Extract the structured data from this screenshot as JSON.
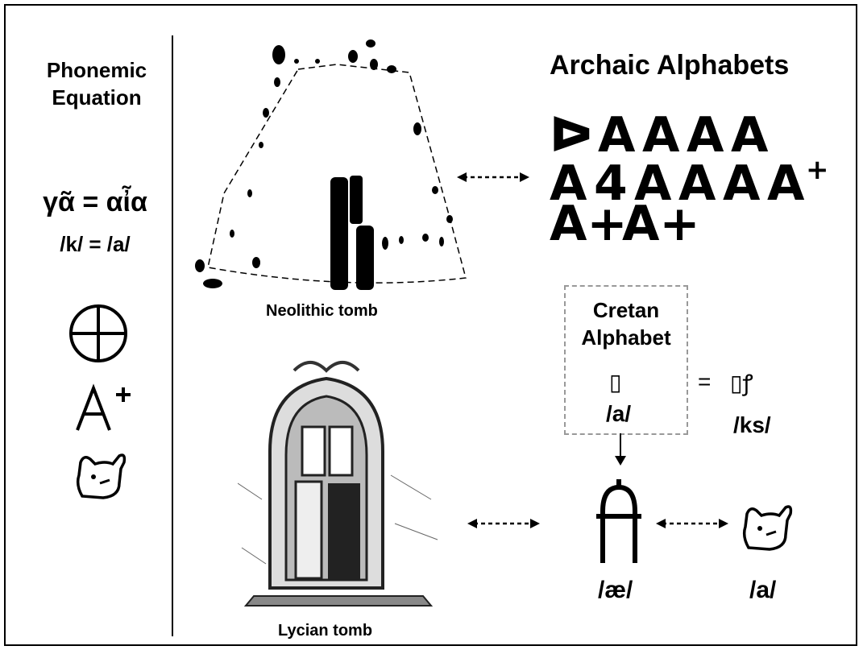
{
  "left_panel": {
    "title_line1": "Phonemic",
    "title_line2": "Equation",
    "equation_greek": "γᾶ = αἶα",
    "equation_phonemic": "/k/ = /a/",
    "symbols": [
      "wheel-cross-icon",
      "a-plus-icon",
      "bull-head-icon"
    ]
  },
  "archaic": {
    "title": "Archaic Alphabets",
    "glyph_rows": [
      [
        "ᐅ",
        "A",
        "A",
        "A",
        "A"
      ],
      [
        "A",
        "4",
        "A",
        "A",
        "A",
        "A",
        "+"
      ],
      [
        "A+",
        "A+"
      ]
    ]
  },
  "neolithic": {
    "caption": "Neolithic tomb"
  },
  "lycian": {
    "caption": "Lycian tomb"
  },
  "cretan": {
    "title_line1": "Cretan",
    "title_line2": "Alphabet",
    "sign_a": "▯",
    "sign_a_sound": "/a/",
    "equals": "=",
    "sign_ks": "▯ꝭ",
    "sign_ks_sound": "/ks/"
  },
  "bottom": {
    "ae_sound": "/æ/",
    "a_sound": "/a/"
  },
  "colors": {
    "ink": "#000000",
    "box_border": "#999999"
  }
}
